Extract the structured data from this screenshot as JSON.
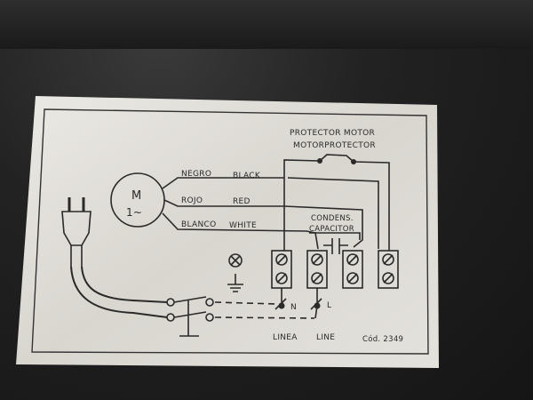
{
  "label": {
    "protector_title_1": "PROTECTOR MOTOR",
    "protector_title_2": "MOTORPROTECTOR",
    "motor_symbol": "M",
    "motor_phase": "1~",
    "wire_black_es": "NEGRO",
    "wire_black_en": "BLACK",
    "wire_red_es": "ROJO",
    "wire_red_en": "RED",
    "wire_white_es": "BLANCO",
    "wire_white_en": "WHITE",
    "capacitor_es": "CONDENS.",
    "capacitor_en": "CAPACITOR",
    "neutral": "N",
    "live": "L",
    "line_es": "LINEA",
    "line_en": "LINE",
    "code": "Cód. 2349"
  },
  "colors": {
    "paper": "#e6e4df",
    "ink": "#2a2a2a",
    "background": "#1c1c1c"
  }
}
